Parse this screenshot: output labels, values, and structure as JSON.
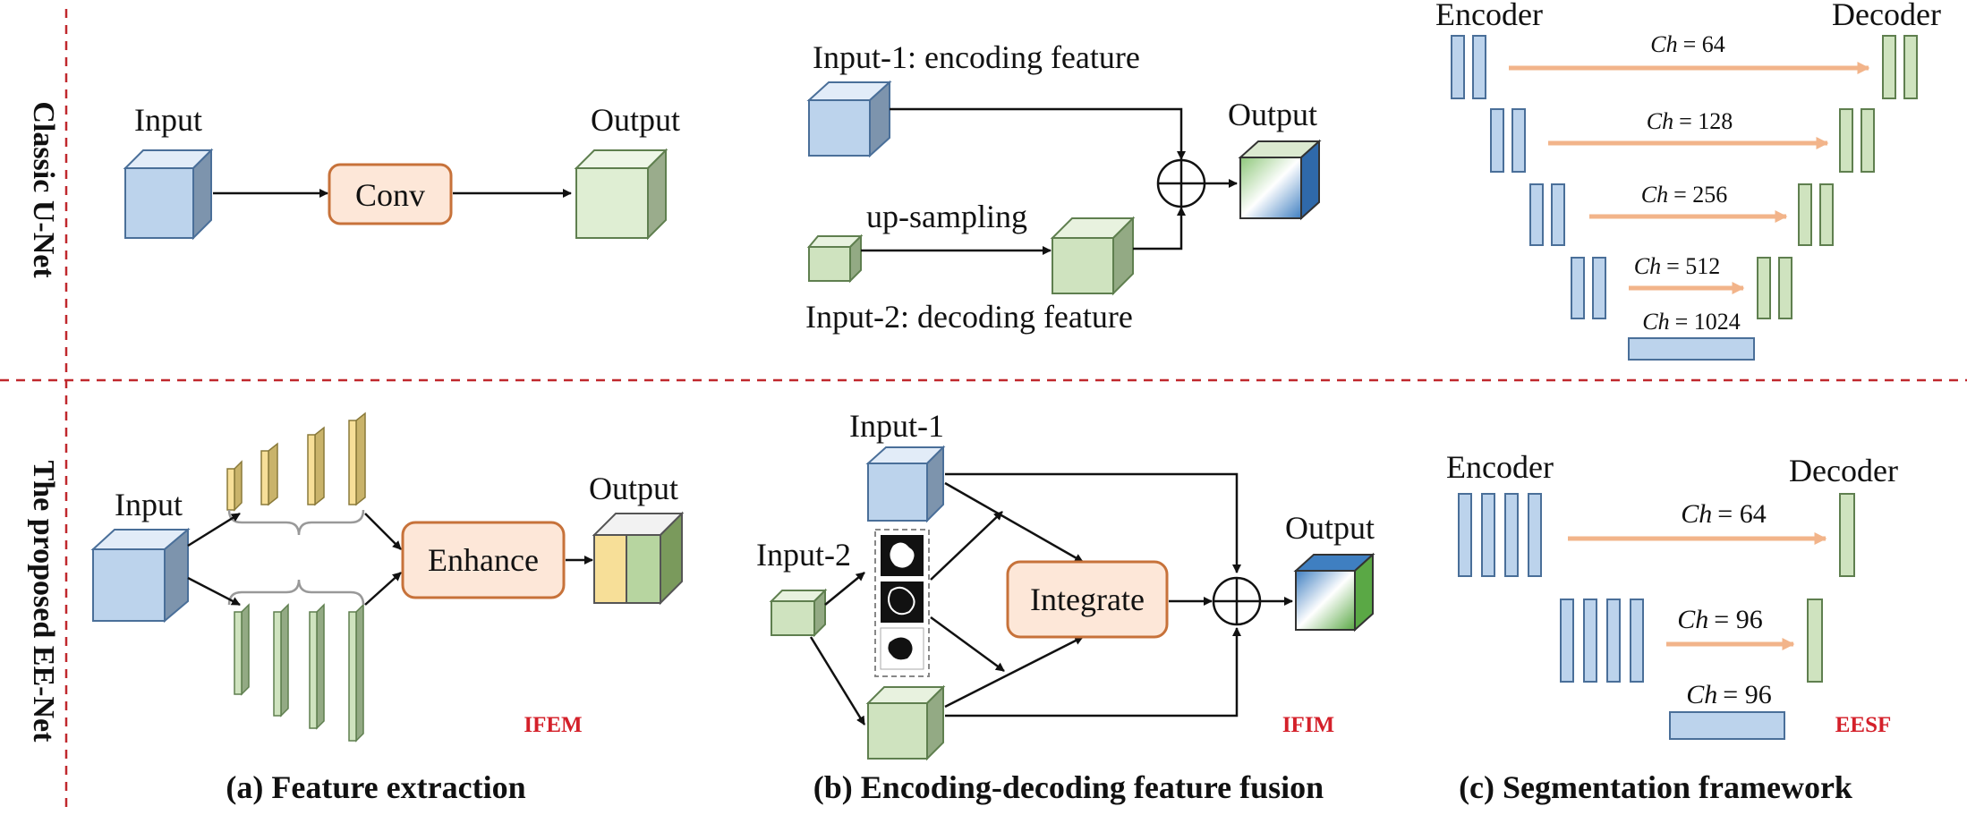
{
  "rows": {
    "top_label": "Classic U-Net",
    "bottom_label": "The proposed EE-Net"
  },
  "panel_a": {
    "top": {
      "input": "Input",
      "conv": "Conv",
      "output": "Output"
    },
    "bottom": {
      "input": "Input",
      "enhance": "Enhance",
      "output": "Output",
      "tag": "IFEM"
    },
    "caption": "(a) Feature extraction"
  },
  "panel_b": {
    "top": {
      "input1": "Input-1: encoding feature",
      "upsampling": "up-sampling",
      "input2": "Input-2: decoding feature",
      "output": "Output"
    },
    "bottom": {
      "input1": "Input-1",
      "input2": "Input-2",
      "integrate": "Integrate",
      "output": "Output",
      "tag": "IFIM"
    },
    "caption": "(b) Encoding-decoding feature fusion"
  },
  "panel_c": {
    "top": {
      "encoder": "Encoder",
      "decoder": "Decoder",
      "ch_prefix": "Ch",
      "levels": [
        "= 64",
        "= 128",
        "= 256",
        "= 512",
        "= 1024"
      ]
    },
    "bottom": {
      "encoder": "Encoder",
      "decoder": "Decoder",
      "ch_prefix": "Ch",
      "levels": [
        "= 64",
        "= 96",
        "= 96"
      ],
      "tag": "EESF"
    },
    "caption": "(c) Segmentation framework"
  },
  "colors": {
    "blue_face": "#bcd3ec",
    "blue_edge": "#4a6f99",
    "green_face": "#cfe3bf",
    "green_edge": "#5f7f4f",
    "yellow_face": "#f7df98",
    "orange_box": "#fde7d8",
    "orange_edge": "#c7723a",
    "arrow_orange": "#f2b48a",
    "divider_red": "#c0282d",
    "tag_red": "#d4202a"
  }
}
